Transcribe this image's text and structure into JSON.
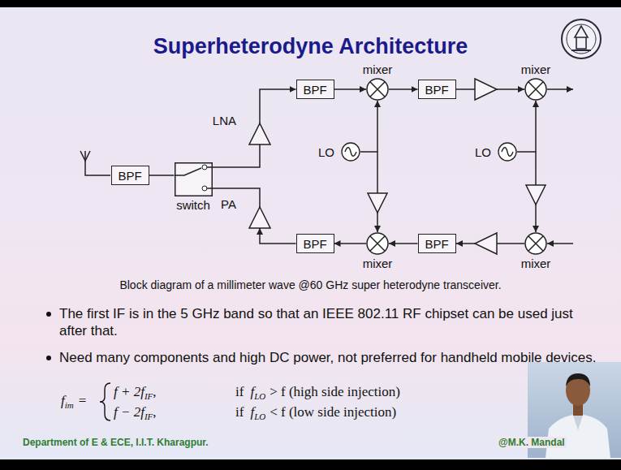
{
  "diagram": {
    "title": "Superheterodyne Architecture",
    "caption": "Block diagram of a millimeter wave @60 GHz super heterodyne transceiver.",
    "nodes": [
      {
        "text": [
          "BPF"
        ]
      },
      {
        "text": [
          "switch"
        ]
      },
      {
        "text": [
          "LNA"
        ]
      },
      {
        "text": [
          "PA"
        ]
      },
      {
        "text": [
          "BPF"
        ]
      },
      {
        "text": [
          "mixer"
        ]
      },
      {
        "text": [
          "LO"
        ]
      },
      {
        "text": [
          "BPF"
        ]
      },
      {
        "text": [
          "mixer"
        ]
      },
      {
        "text": [
          "LO"
        ]
      },
      {
        "text": [
          "mixer"
        ]
      },
      {
        "text": [
          "BPF"
        ]
      },
      {
        "text": [
          "BPF"
        ]
      },
      {
        "text": [
          "mixer"
        ]
      }
    ],
    "edges": [
      {
        "from": 0,
        "to": 1,
        "arrow": "none"
      },
      {
        "from": 1,
        "to": 2,
        "arrow": "none"
      },
      {
        "from": 3,
        "to": 1,
        "arrow": "none"
      },
      {
        "from": 2,
        "to": 4,
        "arrow": "to"
      },
      {
        "from": 4,
        "to": 5,
        "arrow": "to"
      },
      {
        "from": 5,
        "to": 7,
        "arrow": "to"
      },
      {
        "from": 6,
        "to": 5,
        "arrow": "to"
      },
      {
        "from": 9,
        "to": 8,
        "arrow": "to"
      },
      {
        "from": 12,
        "to": 10,
        "arrow": "to"
      },
      {
        "from": 10,
        "to": 11,
        "arrow": "to"
      },
      {
        "from": 11,
        "to": 3,
        "arrow": "to"
      }
    ],
    "labels": [
      "The first IF is in the 5 GHz band so that an IEEE 802.11 RF chipset can be used just after that.",
      "Need many components and high DC power, not preferred for handheld mobile devices.",
      "f",
      "im",
      "=",
      "f + 2f",
      "IF",
      ",",
      "if",
      "f",
      "LO",
      "> f (high side injection)",
      "f − 2f",
      "IF",
      ",",
      "if",
      "f",
      "LO",
      "< f (low side injection)",
      "Department of E & ECE, I.I.T. Kharagpur.",
      "@M.K. Mandal"
    ]
  }
}
